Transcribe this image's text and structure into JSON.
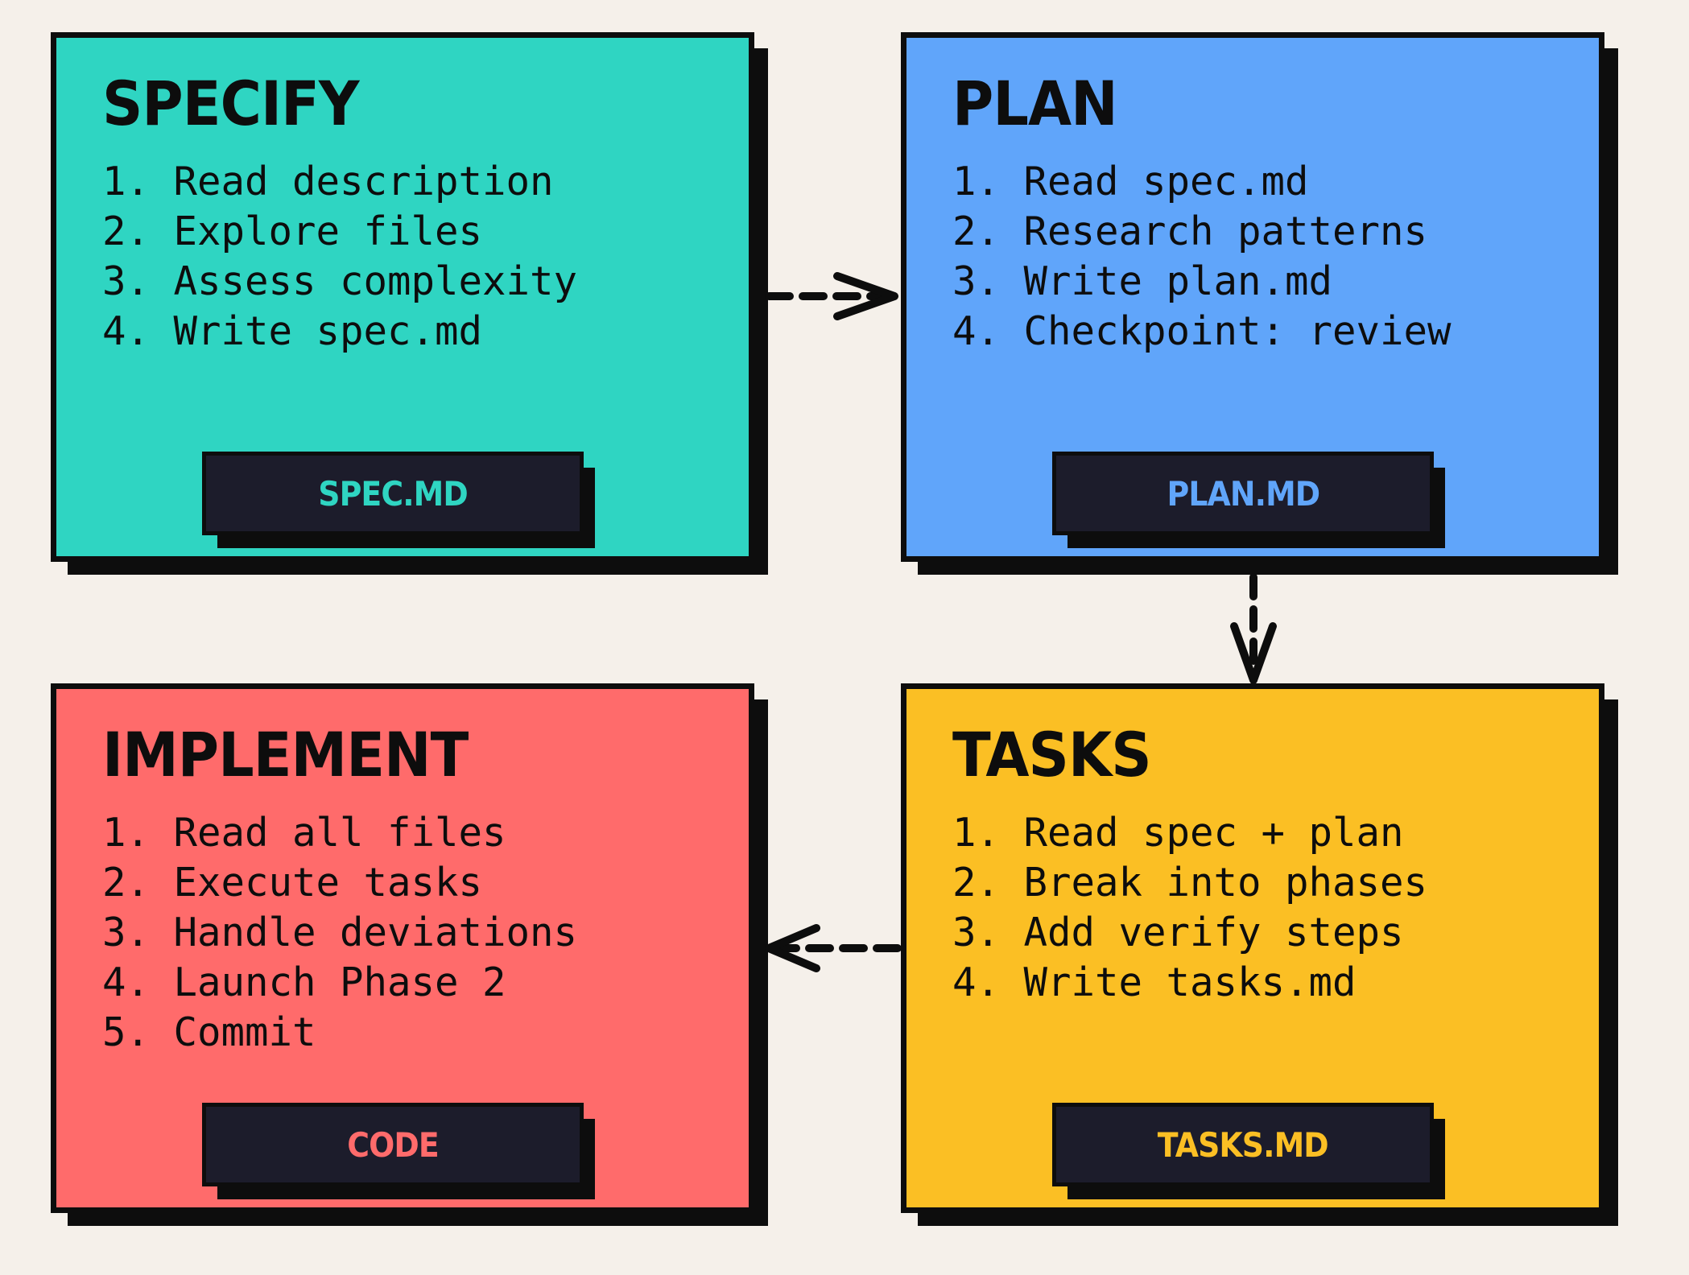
{
  "colors": {
    "background": "#f5f0ea",
    "ink": "#0d0d0d",
    "badge_fill": "#1c1c2b",
    "specify": "#2fd5c2",
    "plan": "#60a5fa",
    "tasks": "#fbbf24",
    "implement": "#ff6b6b"
  },
  "cards": {
    "specify": {
      "title": "SPECIFY",
      "steps": [
        "1. Read description",
        "2. Explore files",
        "3. Assess complexity",
        "4. Write spec.md"
      ],
      "badge": "SPEC.MD"
    },
    "plan": {
      "title": "PLAN",
      "steps": [
        "1. Read spec.md",
        "2. Research patterns",
        "3. Write plan.md",
        "4. Checkpoint: review"
      ],
      "badge": "PLAN.MD"
    },
    "tasks": {
      "title": "TASKS",
      "steps": [
        "1. Read spec + plan",
        "2. Break into phases",
        "3. Add verify steps",
        "4. Write tasks.md"
      ],
      "badge": "TASKS.MD"
    },
    "implement": {
      "title": "IMPLEMENT",
      "steps": [
        "1. Read all files",
        "2. Execute tasks",
        "3. Handle deviations",
        "4. Launch Phase 2",
        "5. Commit"
      ],
      "badge": "CODE"
    }
  },
  "flow": [
    {
      "from": "specify",
      "to": "plan"
    },
    {
      "from": "plan",
      "to": "tasks"
    },
    {
      "from": "tasks",
      "to": "implement"
    }
  ]
}
